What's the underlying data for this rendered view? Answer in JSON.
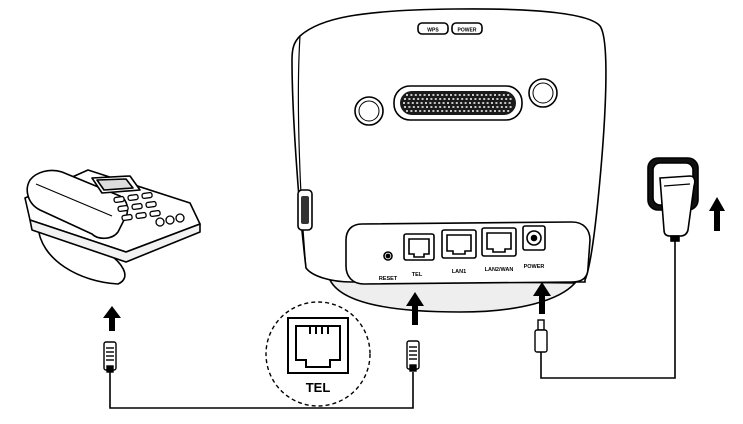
{
  "router": {
    "top_buttons": [
      "WPS",
      "POWER"
    ],
    "ports": [
      "RESET",
      "TEL",
      "LAN1",
      "LAN2/WAN",
      "POWER"
    ]
  },
  "callout": {
    "label": "TEL"
  },
  "icons": {
    "telephone": "desk-telephone-icon",
    "adapter": "power-adapter-icon",
    "outlet": "wall-outlet-icon",
    "arrow": "up-arrow-icon",
    "rj11": "rj11-plug-icon"
  },
  "colors": {
    "line": "#000000",
    "fill": "#ffffff",
    "shadow": "#e6e6e6"
  }
}
